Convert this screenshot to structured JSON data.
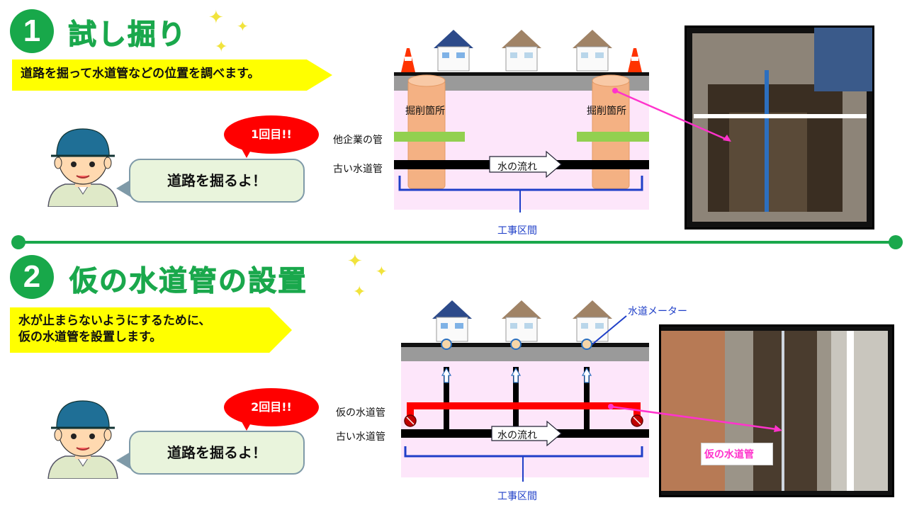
{
  "step1": {
    "number": "1",
    "title": "試し掘り",
    "description": "道路を掘って水道管などの位置を調べます。",
    "badge": "1回目!!",
    "speech": "道路を掘るよ！",
    "labels": {
      "excavation_left": "掘削箇所",
      "excavation_right": "掘削箇所",
      "other_pipe": "他企業の管",
      "old_pipe": "古い水道管",
      "flow": "水の流れ",
      "section": "工事区間"
    }
  },
  "step2": {
    "number": "2",
    "title": "仮の水道管の設置",
    "description_line1": "水が止まらないようにするために、",
    "description_line2": "仮の水道管を設置します。",
    "badge": "2回目!!",
    "speech": "道路を掘るよ！",
    "labels": {
      "meter": "水道メーター",
      "temp_pipe": "仮の水道管",
      "old_pipe": "古い水道管",
      "flow": "水の流れ",
      "section": "工事区間",
      "photo_callout": "仮の水道管"
    }
  },
  "colors": {
    "accent_green": "#1aa84c",
    "banner_yellow": "#ffff00",
    "badge_red": "#ff0000",
    "pipe_red": "#ff0000",
    "other_pipe_green": "#92d050",
    "excavation_orange": "#f4b183",
    "section_blue": "#1f3fc8",
    "callout_magenta": "#ff33cc"
  }
}
